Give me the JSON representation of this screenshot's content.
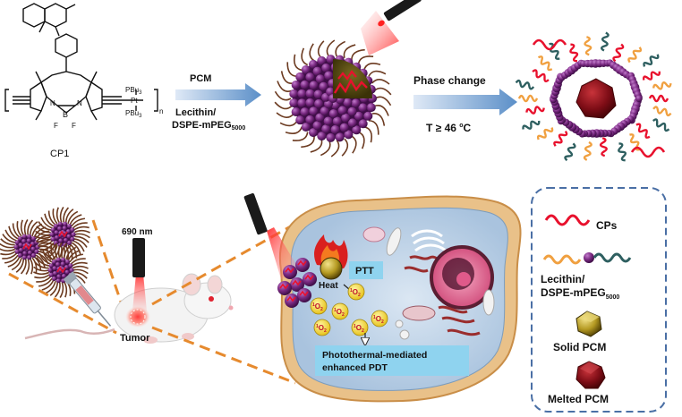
{
  "top": {
    "molecule_label": "CP1",
    "substituents": {
      "pbu3": "PBu",
      "pbu3_sub": "3",
      "pt": "Pt",
      "n": "n",
      "b": "B",
      "f": "F",
      "n_atom": "N"
    },
    "arrow1": {
      "top": "PCM",
      "line1": "Lecithin/",
      "line2_main": "DSPE-mPEG",
      "line2_sub": "5000"
    },
    "arrow2": {
      "top": "Phase change",
      "bottom_main": "T ≥ 46 ",
      "bottom_sup": "o",
      "bottom_unit": "C"
    }
  },
  "bottom": {
    "laser_label": "690 nm",
    "tumor_label": "Tumor",
    "heat_label": "Heat",
    "ptt_label": "PTT",
    "singlet_oxygen_sup": "1",
    "singlet_oxygen_main": "O",
    "singlet_oxygen_sub": "2",
    "pdt_line1": "Photothermal-mediated",
    "pdt_line2": "enhanced PDT"
  },
  "legend": {
    "cps": "CPs",
    "lecithin_line1": "Lecithin/",
    "lecithin_line2_main": "DSPE-mPEG",
    "lecithin_line2_sub": "5000",
    "solid_pcm": "Solid PCM",
    "melted_pcm": "Melted PCM"
  },
  "colors": {
    "purple": "#7a2a82",
    "purple_dark": "#4e1458",
    "red": "#e8112d",
    "orange": "#f0a040",
    "teal": "#2e5f60",
    "arrow_blue": "#5b8fc8",
    "cell_tan": "#e9c189",
    "cell_inner": "#c9dcee",
    "label_box": "#8fd3ef",
    "dashed_orange": "#e68a2e",
    "legend_border": "#4a6fa5"
  }
}
